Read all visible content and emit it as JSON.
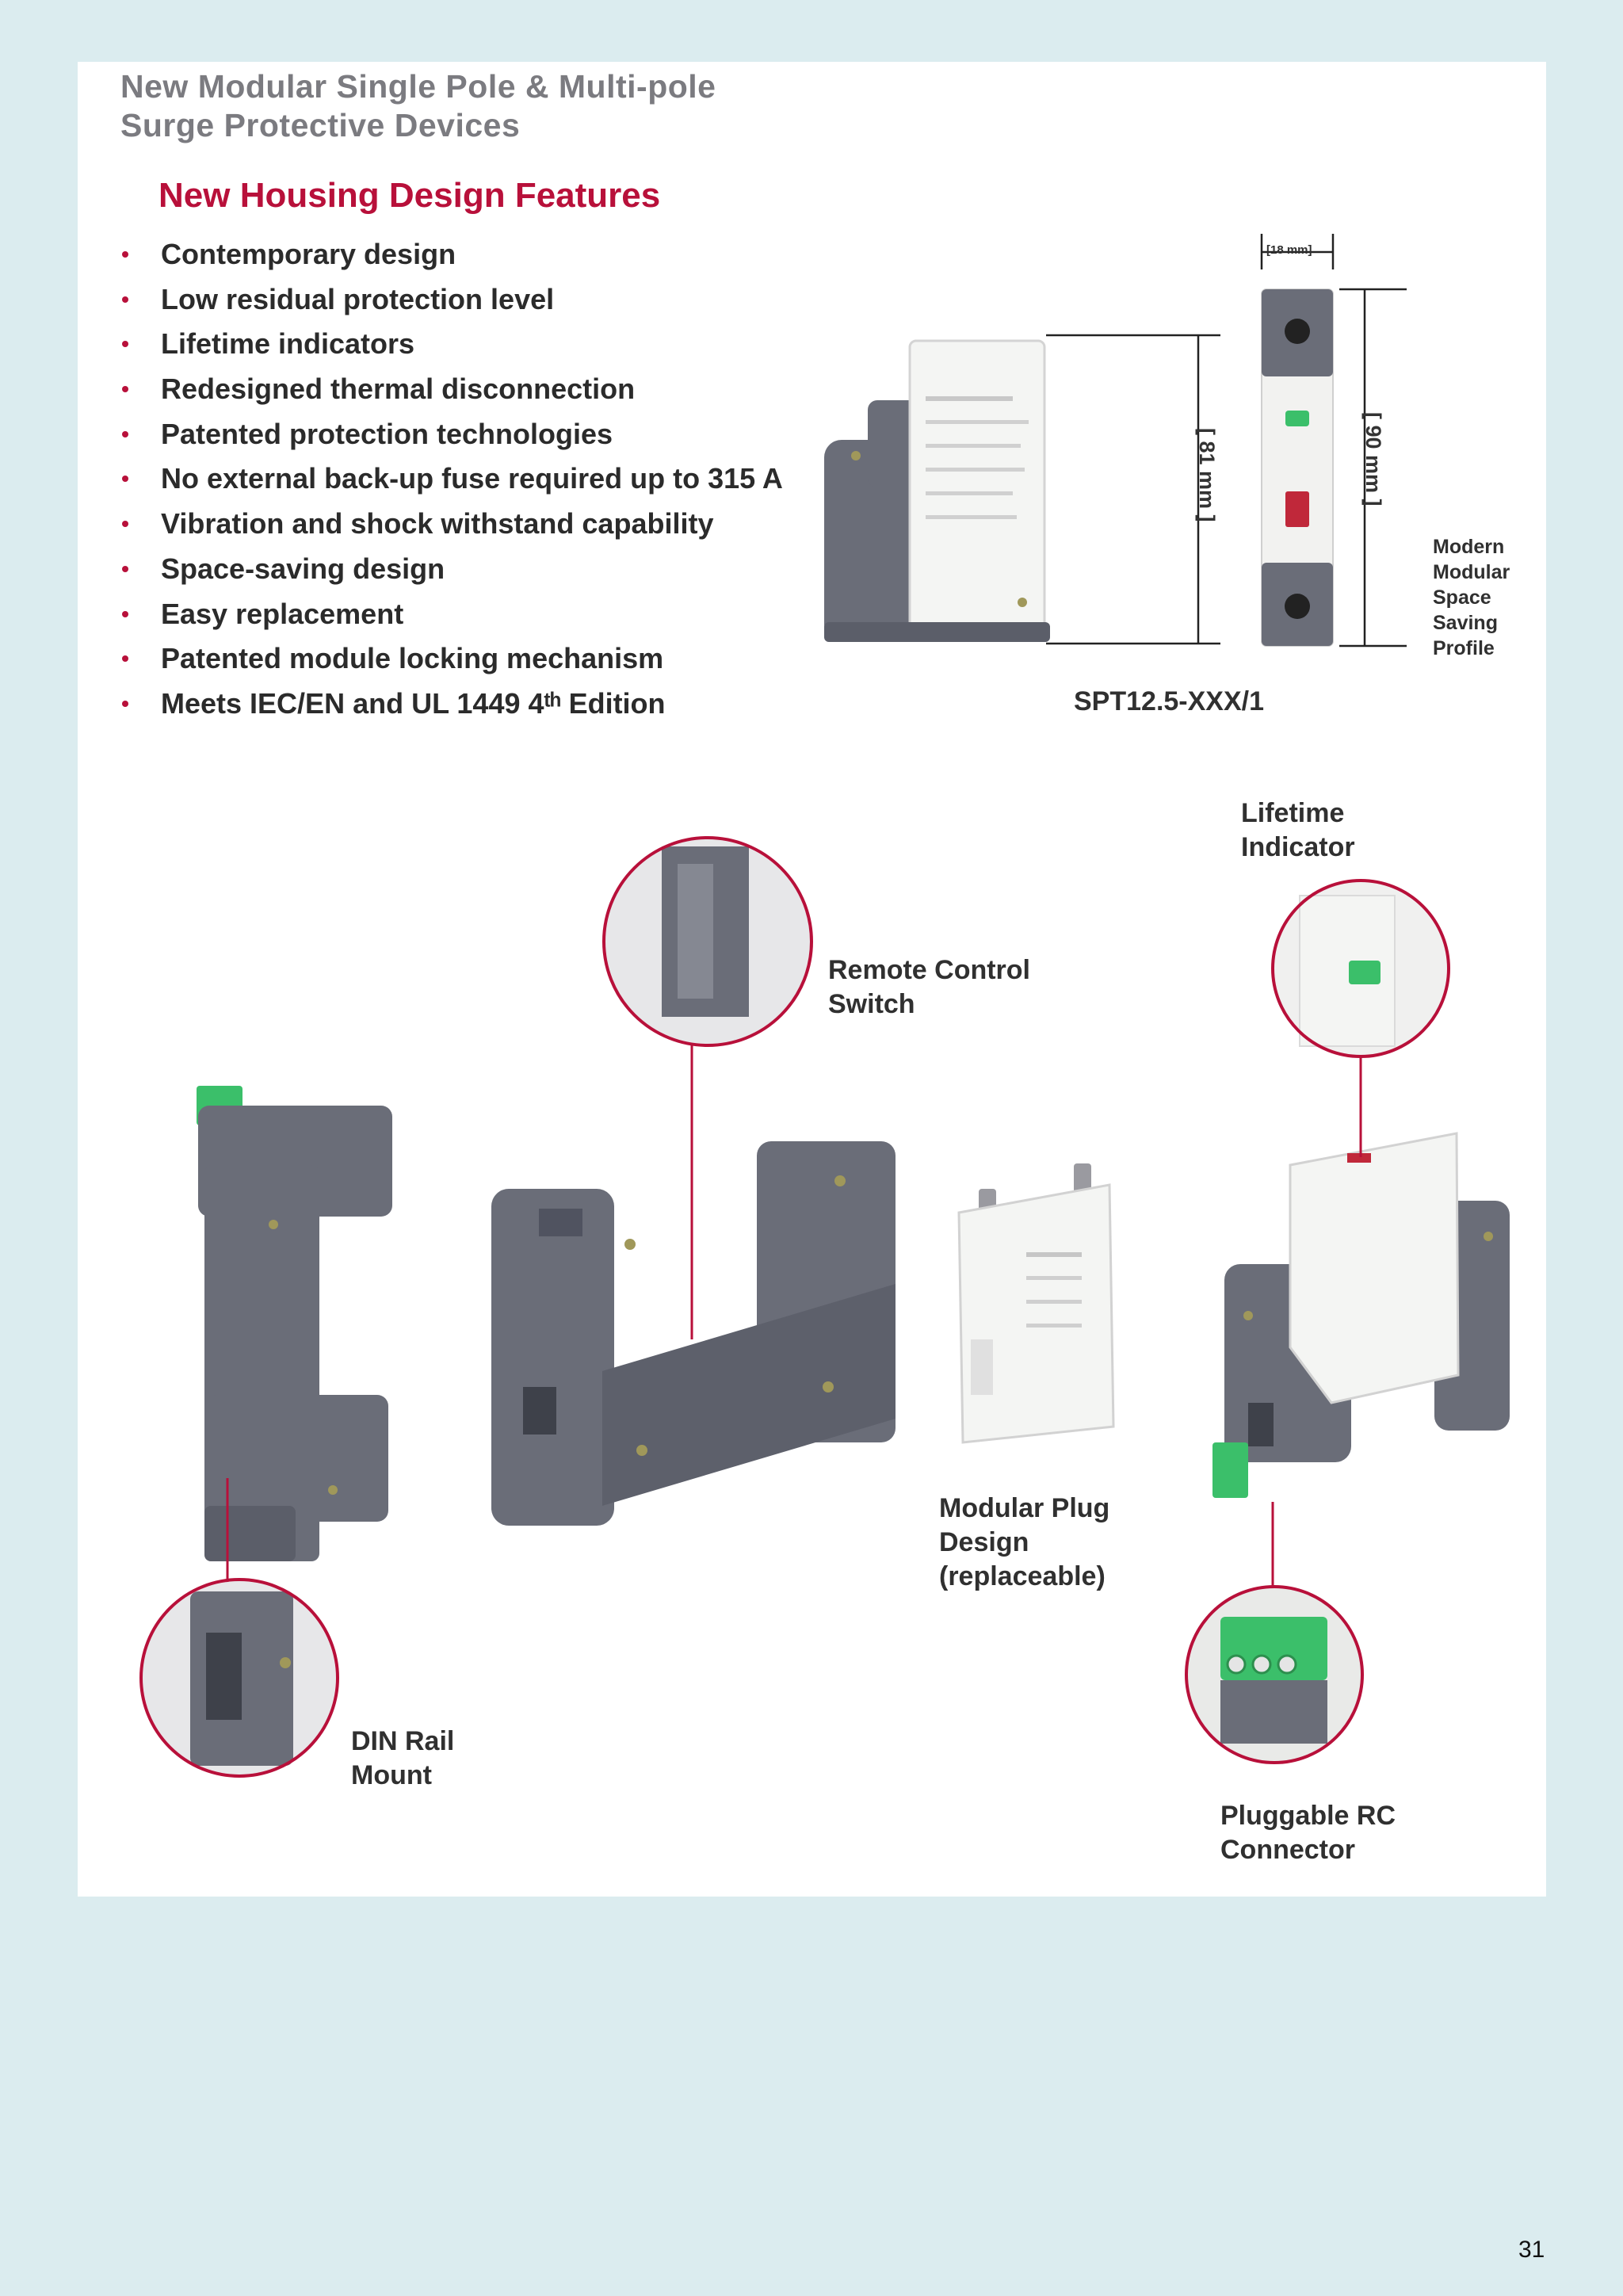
{
  "header": {
    "line1": "New Modular Single Pole & Multi-pole",
    "line2": "Surge Protective Devices"
  },
  "section_title": "New Housing Design Features",
  "features": [
    "Contemporary design",
    "Low residual protection level",
    "Lifetime indicators",
    "Redesigned thermal disconnection",
    "Patented protection technologies",
    "No external back-up fuse required up to 315 A",
    "Vibration and shock withstand capability",
    "Space-saving design",
    "Easy replacement",
    "Patented module locking mechanism",
    "Meets IEC/EN and UL 1449 4ᵗʰ Edition"
  ],
  "dimensions": {
    "width": "[18 mm]",
    "height_body": "[ 81 mm ]",
    "height_total": "[ 90 mm ]"
  },
  "profile_label": "Modern\nModular\nSpace\nSaving\nProfile",
  "model_label": "SPT12.5-XXX/1",
  "callouts": {
    "lifetime": "Lifetime\nIndicator",
    "remote": "Remote Control\nSwitch",
    "modular": "Modular Plug\nDesign\n(replaceable)",
    "din": "DIN Rail\nMount",
    "pluggable": "Pluggable RC\nConnector"
  },
  "page_number": "31",
  "colors": {
    "background": "#dbecef",
    "accent": "#b8103a",
    "housing_gray": "#6a6d78",
    "indicator_green": "#3bbf6a"
  }
}
